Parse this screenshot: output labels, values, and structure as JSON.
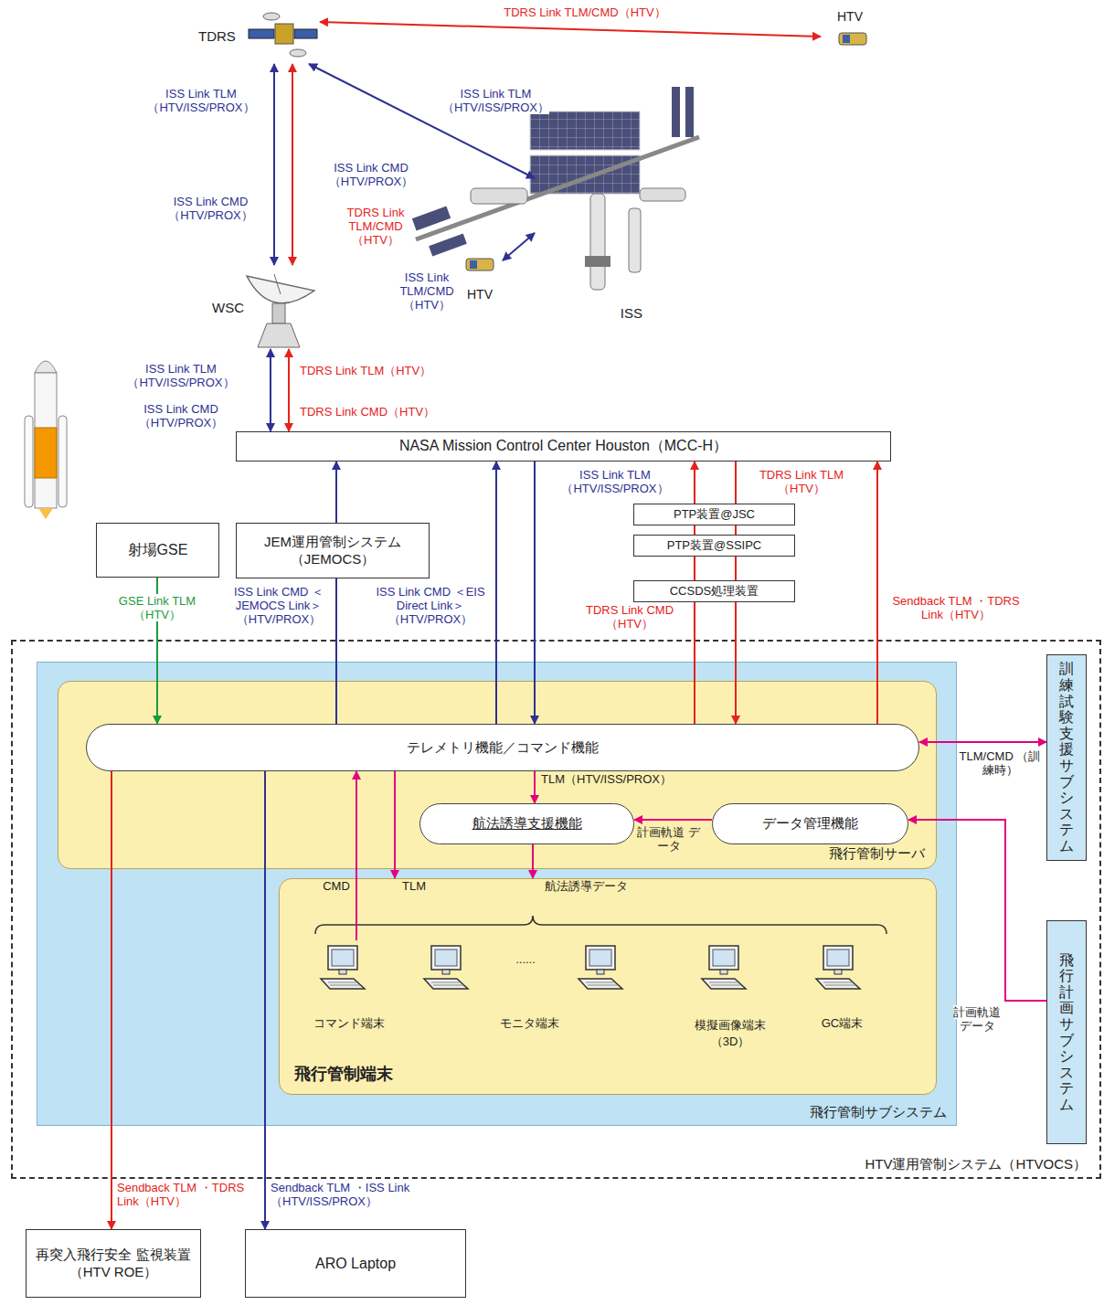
{
  "diagram": {
    "nodes": [
      {
        "text": [
          "TDRS"
        ]
      },
      {
        "text": [
          "HTV"
        ]
      },
      {
        "text": [
          "WSC"
        ]
      },
      {
        "text": [
          "ISS"
        ]
      },
      {
        "text": [
          "HTV"
        ]
      },
      {
        "text": [
          "NASA Mission Control Center Houston（MCC-H）"
        ]
      },
      {
        "text": [
          "射場GSE"
        ]
      },
      {
        "text": [
          "JEM運用管制システム （JEMOCS）"
        ]
      },
      {
        "text": [
          "PTP装置@JSC"
        ]
      },
      {
        "text": [
          "PTP装置@SSIPC"
        ]
      },
      {
        "text": [
          "CCSDS処理装置"
        ]
      },
      {
        "text": [
          "HTV運用管制システム（HTVOCS）"
        ]
      },
      {
        "text": [
          "飛行管制サブシステム"
        ],
        "in": 11
      },
      {
        "text": [
          "飛行管制サーバ"
        ],
        "in": 12
      },
      {
        "text": [
          "テレメトリ機能／コマンド機能"
        ],
        "in": 13
      },
      {
        "text": [
          "航法誘導支援機能"
        ],
        "in": 13
      },
      {
        "text": [
          "データ管理機能"
        ],
        "in": 13
      },
      {
        "text": [
          "飛行管制端末"
        ],
        "in": 12
      },
      {
        "text": [
          "コマンド端末"
        ],
        "in": 17
      },
      {
        "text": [
          "モニタ端末"
        ],
        "in": 17
      },
      {
        "text": [
          "模擬画像端末 （3D）"
        ],
        "in": 17
      },
      {
        "text": [
          "GC端末"
        ],
        "in": 17
      },
      {
        "text": [
          "訓練試験支援サブシステム"
        ],
        "in": 11
      },
      {
        "text": [
          "飛行計画サブシステム"
        ],
        "in": 11
      },
      {
        "text": [
          "再突入飛行安全 監視装置 （HTV ROE）"
        ]
      },
      {
        "text": [
          "ARO Laptop"
        ]
      }
    ],
    "edges": [
      {
        "from": 0,
        "to": 1,
        "arrow": "both",
        "label": "TDRS Link TLM/CMD（HTV）"
      },
      {
        "from": 0,
        "to": 2,
        "arrow": "both",
        "label": "ISS Link TLM （HTV/ISS/PROX）"
      },
      {
        "from": 0,
        "to": 2,
        "arrow": "both",
        "label": "TDRS Link TLM/CMD （HTV）"
      },
      {
        "from": 0,
        "to": 3,
        "arrow": "both",
        "label": "ISS Link TLM （HTV/ISS/PROX）"
      },
      {
        "from": 3,
        "to": 4,
        "arrow": "both",
        "label": "ISS Link TLM/CMD （HTV）"
      },
      {
        "from": 2,
        "to": 5,
        "arrow": "both",
        "label": "ISS Link TLM （HTV/ISS/PROX）"
      },
      {
        "from": 2,
        "to": 5,
        "arrow": "both",
        "label": "TDRS Link TLM（HTV）"
      },
      {
        "from": 6,
        "to": 14,
        "arrow": "to",
        "label": "GSE Link TLM （HTV）"
      },
      {
        "from": 14,
        "to": 7,
        "arrow": "none",
        "label": "ISS Link CMD ＜JEMOCS Link＞ （HTV/PROX）"
      },
      {
        "from": 7,
        "to": 5,
        "arrow": "to"
      },
      {
        "from": 14,
        "to": 5,
        "arrow": "to",
        "label": "ISS Link CMD ＜EIS Direct Link＞ （HTV/PROX）"
      },
      {
        "from": 5,
        "to": 14,
        "arrow": "to",
        "label": "ISS Link TLM （HTV/ISS/PROX）"
      },
      {
        "from": 14,
        "to": 10,
        "arrow": "none",
        "label": "TDRS Link CMD （HTV）"
      },
      {
        "from": 10,
        "to": 9,
        "arrow": "none"
      },
      {
        "from": 9,
        "to": 8,
        "arrow": "none"
      },
      {
        "from": 8,
        "to": 5,
        "arrow": "to"
      },
      {
        "from": 5,
        "to": 8,
        "arrow": "none",
        "label": "TDRS Link TLM （HTV）"
      },
      {
        "from": 8,
        "to": 9,
        "arrow": "none"
      },
      {
        "from": 9,
        "to": 10,
        "arrow": "none"
      },
      {
        "from": 10,
        "to": 14,
        "arrow": "to"
      },
      {
        "from": 14,
        "to": 5,
        "arrow": "to",
        "label": "Sendback TLM ・TDRS Link（HTV）"
      },
      {
        "from": 14,
        "to": 22,
        "arrow": "both",
        "label": "TLM/CMD （訓練時）"
      },
      {
        "from": 14,
        "to": 15,
        "arrow": "to",
        "label": "TLM（HTV/ISS/PROX）"
      },
      {
        "from": 16,
        "to": 15,
        "arrow": "to",
        "label": "計画軌道 データ"
      },
      {
        "from": 23,
        "to": 16,
        "arrow": "to",
        "label": "計画軌道 データ"
      },
      {
        "from": 18,
        "to": 14,
        "arrow": "to",
        "label": "CMD"
      },
      {
        "from": 14,
        "to": 17,
        "arrow": "to",
        "label": "TLM"
      },
      {
        "from": 15,
        "to": 17,
        "arrow": "to",
        "label": "航法誘導データ"
      },
      {
        "from": 14,
        "to": 24,
        "arrow": "to",
        "label": "Sendback TLM ・TDRS Link（HTV）"
      },
      {
        "from": 14,
        "to": 25,
        "arrow": "to",
        "label": "Sendback TLM ・ISS Link（HTV/ISS/PROX）"
      }
    ],
    "labels": [
      "ISS Link CMD （HTV/PROX）",
      "ISS Link CMD （HTV/PROX）",
      "ISS Link CMD （HTV/PROX）",
      "TDRS Link CMD（HTV）",
      "......"
    ]
  }
}
